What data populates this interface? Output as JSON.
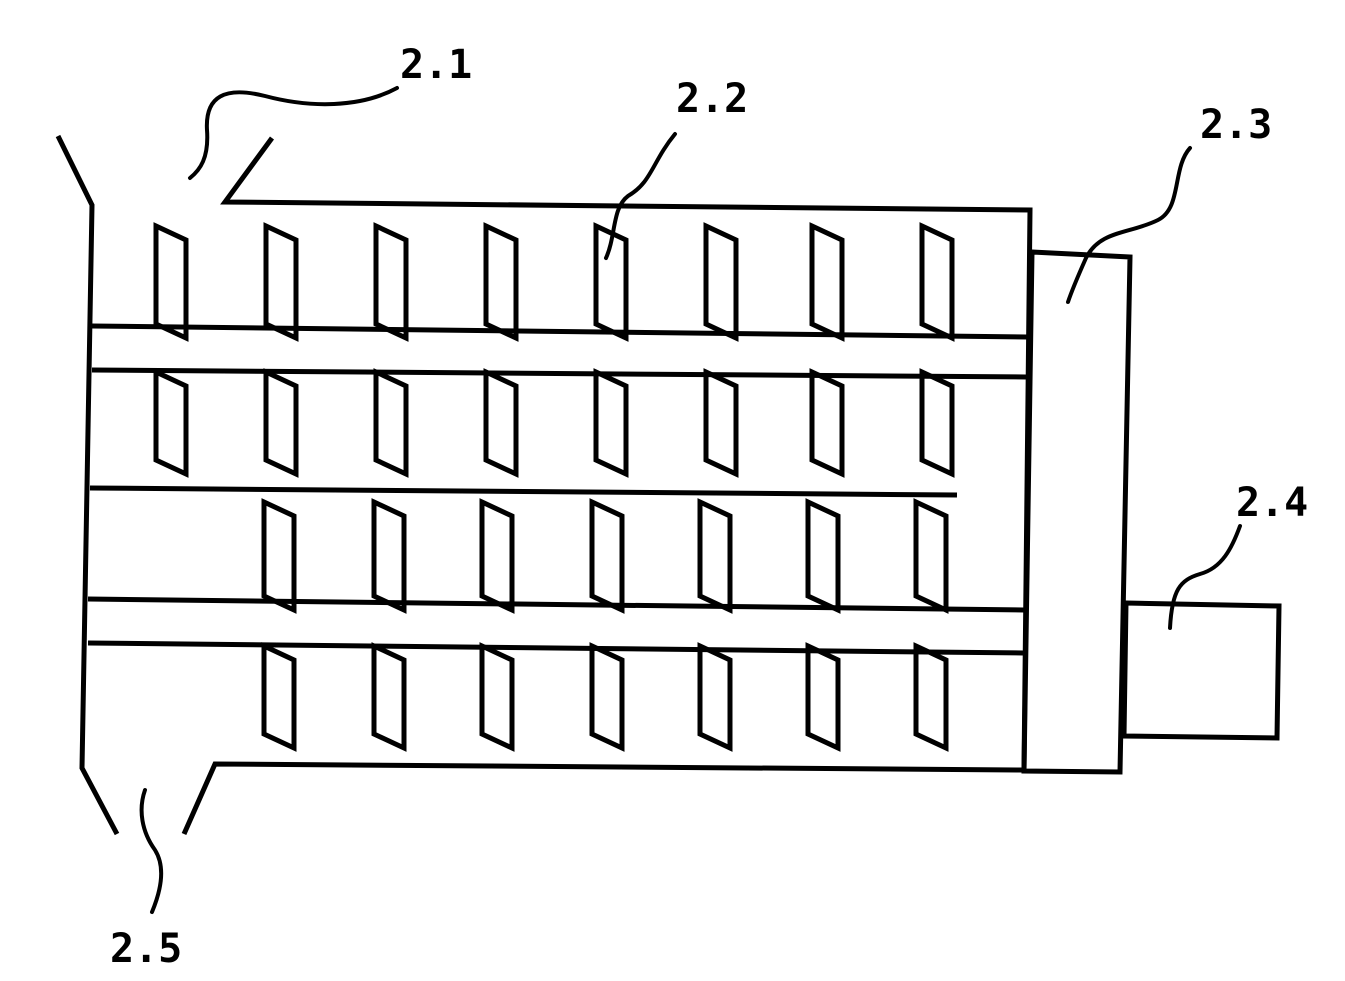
{
  "labels": {
    "inlet": "2.1",
    "paddle": "2.2",
    "gearbox": "2.3",
    "motor": "2.4",
    "outlet": "2.5"
  },
  "colors": {
    "stroke": "#000000",
    "background": "#ffffff"
  }
}
